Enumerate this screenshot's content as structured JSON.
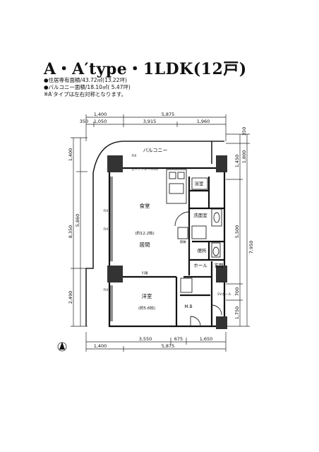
{
  "header": {
    "title": "A・A′type・1LDK(12戸)",
    "living_area": "●住居専有面積/43.72㎡(13.22坪)",
    "balcony_area": "●バルコニー面積/18.10㎡( 5.47坪)",
    "note": "※A′タイプは左右対称となります。"
  },
  "plan": {
    "dims_top": {
      "row1": [
        "1,400",
        "5,875"
      ],
      "row2": [
        "350",
        "1,050",
        "3,915",
        "1,960"
      ]
    },
    "dims_bottom": {
      "row1": [
        "3,550",
        "675",
        "1,650"
      ],
      "row2": [
        "1,400",
        "5,875"
      ]
    },
    "dims_left": [
      "1,400",
      "5,860",
      "8,350",
      "2,490"
    ],
    "dims_right_outer": [
      "350",
      "1,800",
      "7,950"
    ],
    "dims_right_inner": [
      "1,450",
      "5,500",
      "700",
      "1,750"
    ],
    "rooms": {
      "balcony": "バルコニー",
      "dining": "食堂",
      "living_size": "(約12.2帖)",
      "living": "居間",
      "western": "洋室",
      "western_size": "(約5.6帖)",
      "bath": "浴室",
      "washroom": "洗面室",
      "toilet": "便所",
      "hall": "ホール",
      "entrance": "玄関",
      "mb": "M.B",
      "storage": "収納",
      "ev_hall": "EVホール",
      "curtain_rail": "カーテンレール(X)",
      "fix": "FIX",
      "sliding": "引違"
    }
  }
}
